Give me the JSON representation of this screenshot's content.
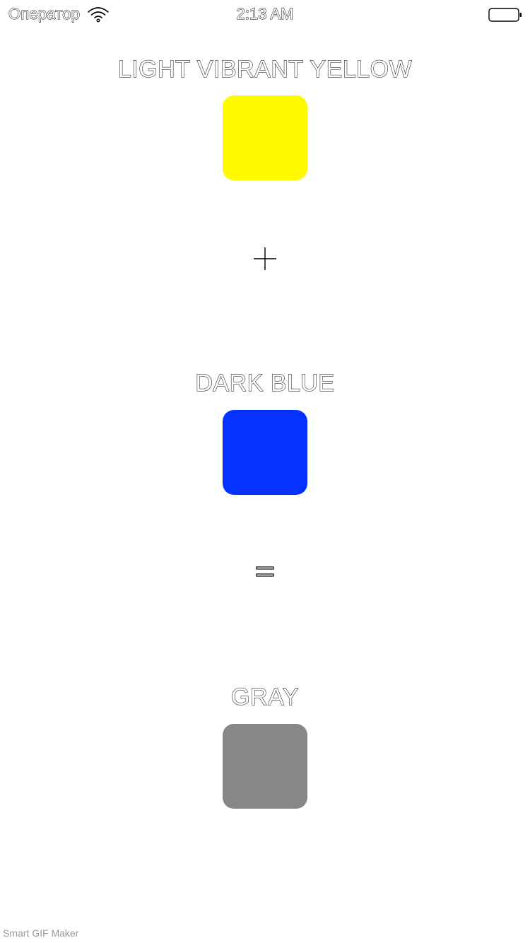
{
  "status_bar": {
    "carrier": "Оператор",
    "time": "2:13 AM",
    "icons": [
      "wifi-icon",
      "battery-icon"
    ]
  },
  "colors": {
    "first": {
      "name": "LIGHT VIBRANT YELLOW",
      "hex": "#FFFA00"
    },
    "second": {
      "name": "DARK BLUE",
      "hex": "#0433FF"
    },
    "result": {
      "name": "GRAY",
      "hex": "#878787"
    }
  },
  "operators": {
    "plus": "+",
    "equals": "="
  },
  "footer": {
    "label": "Smart GIF Maker"
  }
}
